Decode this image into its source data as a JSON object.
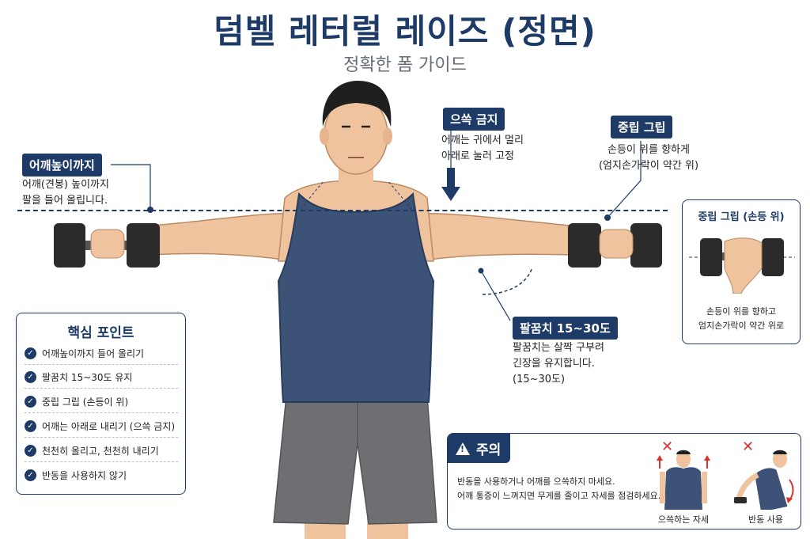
{
  "header": {
    "title": "덤벨 레터럴 레이즈 (정면)",
    "subtitle": "정확한 폼 가이드"
  },
  "callouts": {
    "shoulder_height": {
      "label": "어깨높이까지",
      "lines": [
        "어깨(견봉) 높이까지",
        "팔을 들어 올립니다."
      ]
    },
    "no_shrug": {
      "label": "으쓱 금지",
      "lines": [
        "어깨는 귀에서 멀리",
        "아래로 눌러 고정"
      ]
    },
    "neutral_grip": {
      "label": "중립 그립",
      "lines": [
        "손등이 위를 향하게",
        "(엄지손가락이 약간 위)"
      ]
    },
    "elbow_angle": {
      "label": "팔꿈치 15~30도",
      "lines": [
        "팔꿈치는 살짝 구부려",
        "긴장을 유지합니다.",
        "(15~30도)"
      ]
    }
  },
  "grip_panel": {
    "title": "중립 그립 (손등 위)",
    "lines": [
      "손등이 위를 향하고",
      "엄지손가락이 약간 위로"
    ]
  },
  "key_points": {
    "title": "핵심 포인트",
    "items": [
      "어깨높이까지 들어 올리기",
      "팔꿈치 15~30도 유지",
      "중립 그립 (손등이 위)",
      "어깨는 아래로 내리기 (으쓱 금지)",
      "천천히 올리고, 천천히 내리기",
      "반동을 사용하지 않기"
    ]
  },
  "caution": {
    "label": "주의",
    "lines": [
      "반동을 사용하거나 어깨를 으쓱하지 마세요.",
      "어깨 통증이 느껴지면 무게를 줄이고 자세를 점검하세요."
    ],
    "examples": [
      {
        "caption": "으쓱하는 자세",
        "icon": "x-mark-icon"
      },
      {
        "caption": "반동 사용",
        "icon": "x-mark-icon"
      }
    ]
  },
  "colors": {
    "navy": "#1d3b66",
    "tank_top": "#3c5277",
    "shorts": "#6e6f72",
    "skin": "#efc39e",
    "warning_red": "#d9342b"
  }
}
